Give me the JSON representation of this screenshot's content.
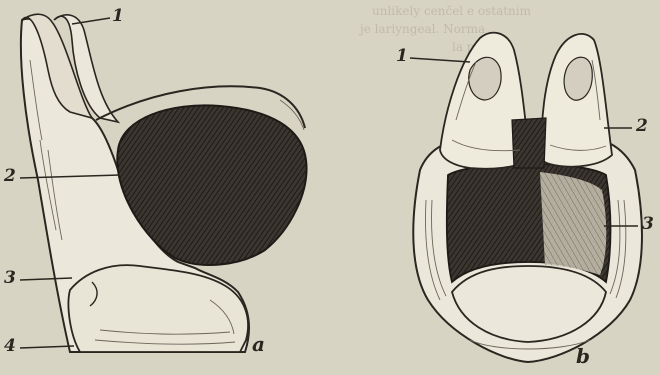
{
  "figure_a": {
    "panel_label": "a",
    "callouts": [
      "1",
      "2",
      "3",
      "4"
    ]
  },
  "figure_b": {
    "panel_label": "b",
    "callouts": [
      "1",
      "2",
      "3"
    ]
  },
  "show_through_text": [
    "unlikely cenčel e ostatnim",
    "je lariyngeal. Norma",
    "la prim"
  ],
  "colors": {
    "paper": "#d8d4c4",
    "ink": "#2a2620",
    "shade": "#3b3630"
  }
}
